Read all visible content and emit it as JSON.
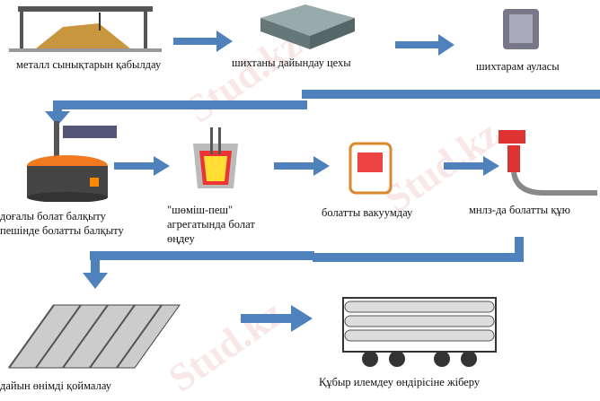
{
  "steps": {
    "scrap_intake": "металл сынықтарын қабылдау",
    "charge_prep": "шихтаны дайындау цехы",
    "charge_yard": "шихтарам ауласы",
    "arc_furnace_1": "доғалы болат балқыту",
    "arc_furnace_2": "пешінде болатты балқыту",
    "ladle_1": "\"шөміш-пеш\"",
    "ladle_2": "агрегатында болат",
    "ladle_3": "өңдеу",
    "vacuum": "болатты вакуумдау",
    "casting": "мнлз-да болатты құю",
    "storage": "дайын өнімді қоймалау",
    "shipping": "Құбыр илемдеу өндірісіне жіберу"
  },
  "watermark": "Stud.kz",
  "colors": {
    "arrow": "#4f81bd"
  }
}
